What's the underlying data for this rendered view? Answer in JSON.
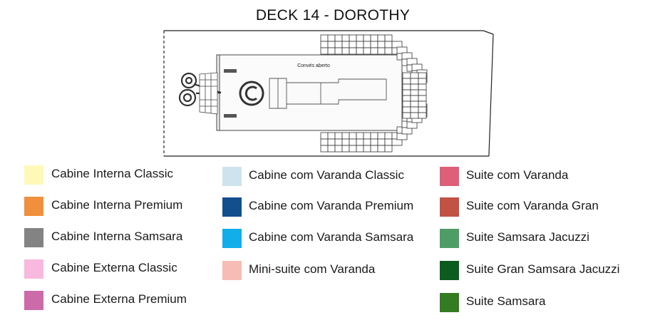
{
  "title": "DECK 14 - DOROTHY",
  "deck_plan": {
    "area_label": "Convés aberto"
  },
  "legend": {
    "col1": [
      {
        "label": "Cabine Interna Classic",
        "color": "#fff9b8"
      },
      {
        "label": "Cabine Interna Premium",
        "color": "#f0903c"
      },
      {
        "label": "Cabine Interna Samsara",
        "color": "#838383"
      },
      {
        "label": "Cabine Externa Classic",
        "color": "#f9b8dd"
      },
      {
        "label": "Cabine Externa Premium",
        "color": "#cd6aaa"
      }
    ],
    "col2": [
      {
        "label": "Cabine com Varanda Classic",
        "color": "#cfe3ef"
      },
      {
        "label": "Cabine com Varanda Premium",
        "color": "#134f8c"
      },
      {
        "label": "Cabine com Varanda Samsara",
        "color": "#12aeea"
      },
      {
        "label": "Mini-suite com Varanda",
        "color": "#f7bcb6"
      }
    ],
    "col3": [
      {
        "label": "Suite com Varanda",
        "color": "#dd5f78"
      },
      {
        "label": "Suite com Varanda Gran",
        "color": "#c15244"
      },
      {
        "label": "Suite Samsara Jacuzzi",
        "color": "#4e9d66"
      },
      {
        "label": "Suite Gran Samsara Jacuzzi",
        "color": "#0a5c1f"
      },
      {
        "label": "Suite Samsara",
        "color": "#347c22"
      }
    ]
  }
}
